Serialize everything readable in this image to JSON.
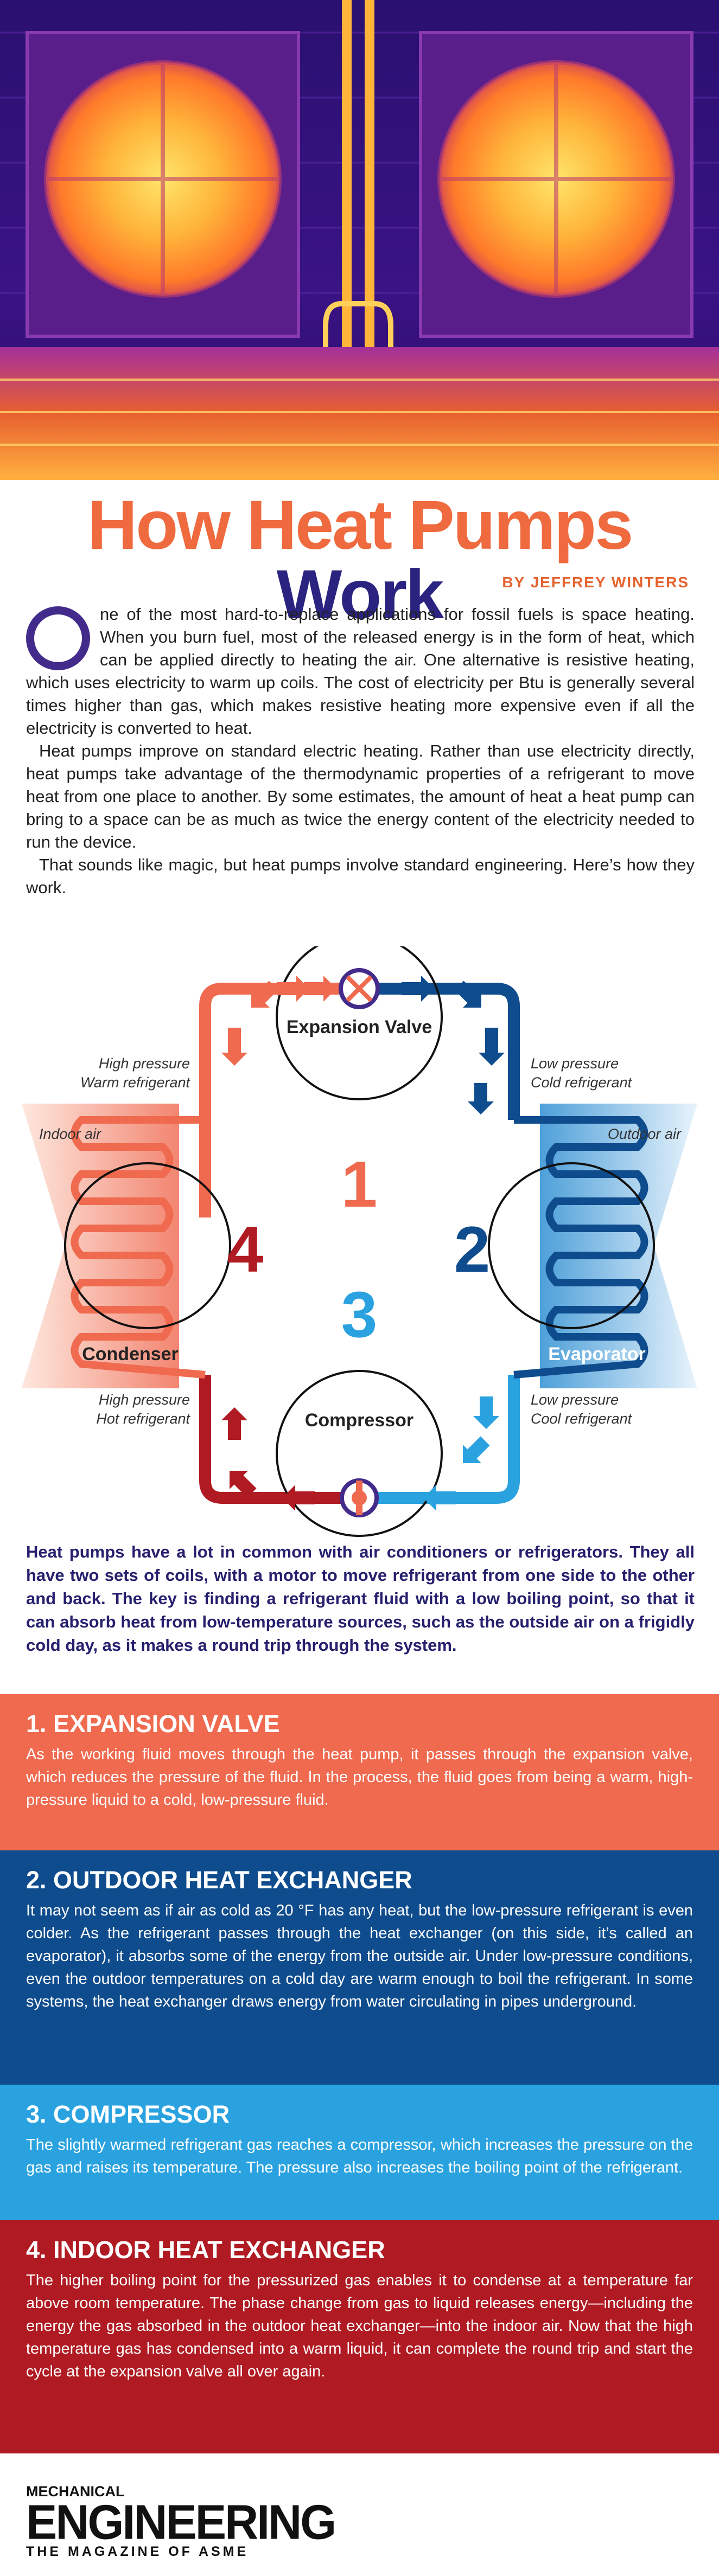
{
  "title": {
    "part1": "How Heat Pumps",
    "part2": "Work"
  },
  "byline": "BY JEFFREY WINTERS",
  "intro": {
    "p1": "ne of the most hard-to-replace applications for fossil fuels is space heating. When you burn fuel, most of the released energy is in the form of heat, which can be applied directly to heating the air. One alternative is resistive heating, which uses electricity to warm up coils. The cost of electricity per Btu is generally several times higher than gas, which makes resistive heating more expensive even if all the electricity is converted to heat.",
    "p2": "Heat pumps improve on standard electric heating. Rather than use electricity directly, heat pumps take advantage of the thermodynamic properties of a refrigerant to move heat from one place to another. By some estimates, the amount of heat a heat pump can bring to a space can be as much as twice the energy content of the electricity needed to run the device.",
    "p3": "That sounds like magic, but heat pumps involve standard engineering. Here’s how they work."
  },
  "diagram": {
    "expansion_valve": "Expansion Valve",
    "compressor": "Compressor",
    "condenser": "Condenser",
    "evaporator": "Evaporator",
    "indoor_air": "Indoor air",
    "outdoor_air": "Outdoor air",
    "tl_1": "High pressure",
    "tl_2": "Warm refrigerant",
    "tr_1": "Low pressure",
    "tr_2": "Cold refrigerant",
    "bl_1": "High pressure",
    "bl_2": "Hot refrigerant",
    "br_1": "Low pressure",
    "br_2": "Cool refrigerant",
    "n1": "1",
    "n2": "2",
    "n3": "3",
    "n4": "4",
    "colors": {
      "warm": "#ef6a4f",
      "hot": "#b01a22",
      "cold": "#0f4c8d",
      "cool": "#2aa2df",
      "purple": "#432b8c"
    }
  },
  "summary": "Heat pumps have a lot in common with air conditioners or refrigerators. They all have two sets of coils, with a motor to move refrigerant from one side to the other and back. The key is finding a refrigerant fluid with a low boiling point, so that it can absorb heat from low-temperature sources, such as the outside air on a frigidly cold day, as it makes a round trip through the system.",
  "sections": [
    {
      "title": "1. EXPANSION VALVE",
      "body": "As the working fluid moves through the heat pump, it passes through the expansion valve, which reduces the pressure of the fluid. In the process, the fluid goes from being a warm, high-pressure liquid to a cold, low-pressure fluid."
    },
    {
      "title": "2. OUTDOOR HEAT EXCHANGER",
      "body": "It may not seem as if air as cold as 20 °F has any heat, but the low-pressure refrigerant is even colder. As the refrigerant passes through the heat exchanger (on this side, it’s called an evaporator), it absorbs some of the energy from the outside air. Under low-pressure conditions, even the outdoor temperatures on a cold day are warm enough to boil the refrigerant. In some systems, the heat exchanger draws energy from water circulating in pipes underground."
    },
    {
      "title": "3. COMPRESSOR",
      "body": "The slightly warmed refrigerant gas reaches a compressor, which increases the pressure on the gas and raises its temperature. The pressure also increases the boiling point of the refrigerant."
    },
    {
      "title": "4. INDOOR HEAT EXCHANGER",
      "body": "The higher boiling point for the pressurized gas enables it to condense at a temperature far above room temperature. The phase change from gas to liquid releases energy—including the energy the gas absorbed in the outdoor heat exchanger—into the indoor air. Now that the high temperature gas has condensed into a warm liquid, it can complete the round trip and start the cycle at the expansion valve all over again."
    }
  ],
  "logo": {
    "line1": "MECHANICAL",
    "line2": "ENGINEERING",
    "line3": "THE MAGAZINE OF ASME"
  }
}
